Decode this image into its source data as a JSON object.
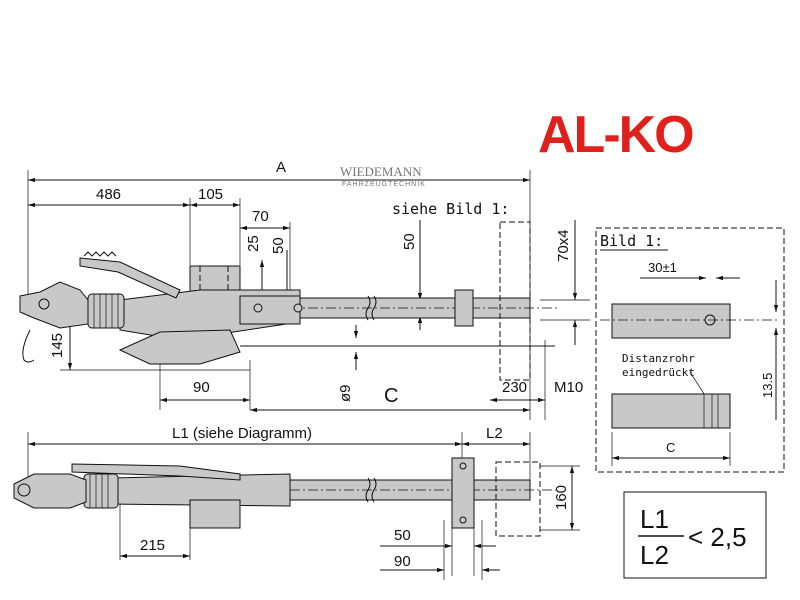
{
  "logo": {
    "text": "AL-KO",
    "color": "#e0201b"
  },
  "watermark": {
    "line1": "WIEDEMANN",
    "line2": "FAHRZEUGTECHNIK"
  },
  "top_view": {
    "dim_A": "A",
    "dim_486": "486",
    "dim_105": "105",
    "dim_70": "70",
    "dim_25": "25",
    "dim_50_a": "50",
    "dim_50_b": "50",
    "dim_145": "145",
    "dim_90": "90",
    "dim_phi9": "ø9",
    "dim_C": "C",
    "dim_230": "230",
    "dim_M10": "M10",
    "dim_70x4": "70x4",
    "see_note": "siehe Bild 1:"
  },
  "detail": {
    "title": "Bild 1:",
    "dim_30": "30±1",
    "dim_13_5": "13.5",
    "label_line1": "Distanzrohr",
    "label_line2": "eingedrückt",
    "dim_C": "C"
  },
  "bottom_view": {
    "dim_L1": "L1 (siehe Diagramm)",
    "dim_L2": "L2",
    "dim_160": "160",
    "dim_215": "215",
    "dim_50": "50",
    "dim_90": "90"
  },
  "formula": {
    "numerator": "L1",
    "denominator": "L2",
    "relation": "< 2,5"
  }
}
